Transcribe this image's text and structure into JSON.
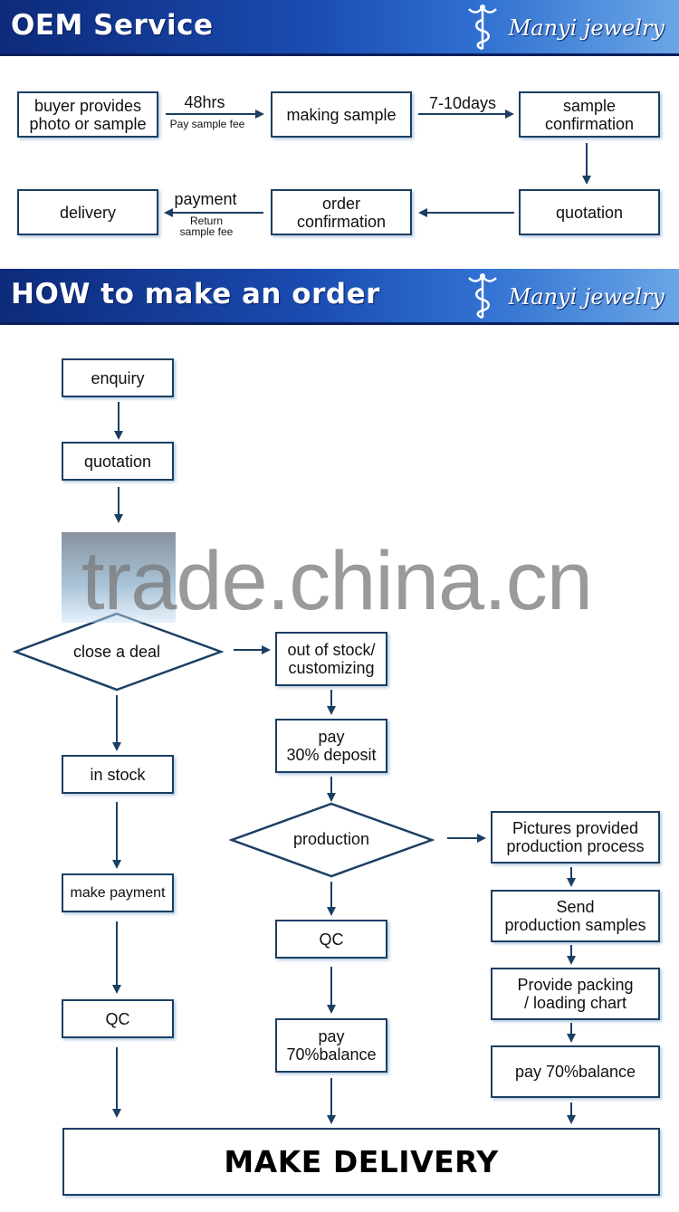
{
  "brand": {
    "name": "Manyi jewelry"
  },
  "oem": {
    "title": "OEM Service",
    "steps": {
      "buyer": "buyer provides\nphoto or sample",
      "making_sample": "making sample",
      "sample_confirmation": "sample\nconfirmation",
      "quotation": "quotation",
      "order_confirmation": "order\nconfirmation",
      "delivery": "delivery"
    },
    "edges": {
      "e1_top": "48hrs",
      "e1_bottom": "Pay sample fee",
      "e2_top": "7-10days",
      "e5_top": "payment",
      "e5_bottom": "Return\nsample fee"
    }
  },
  "order": {
    "title": "HOW to make an order",
    "steps": {
      "enquiry": "enquiry",
      "quotation": "quotation",
      "close_deal": "close a deal",
      "in_stock": "in stock",
      "make_payment": "make payment",
      "qc_left": "QC",
      "out_of_stock": "out of stock/\ncustomizing",
      "pay_deposit": "pay\n30% deposit",
      "production": "production",
      "qc_mid": "QC",
      "pay_balance_mid": "pay\n70%balance",
      "pictures": "Pictures provided\nproduction process",
      "send_samples": "Send\nproduction samples",
      "packing": "Provide packing\n/ loading chart",
      "pay_balance_right": "pay 70%balance",
      "make_delivery": "MAKE DELIVERY"
    }
  },
  "watermark": "trade.china.cn",
  "colors": {
    "banner_dark": "#0d2a7a",
    "banner_light": "#6aa6e6",
    "box_border": "#1b3f63",
    "arrow": "#1b3f63"
  }
}
